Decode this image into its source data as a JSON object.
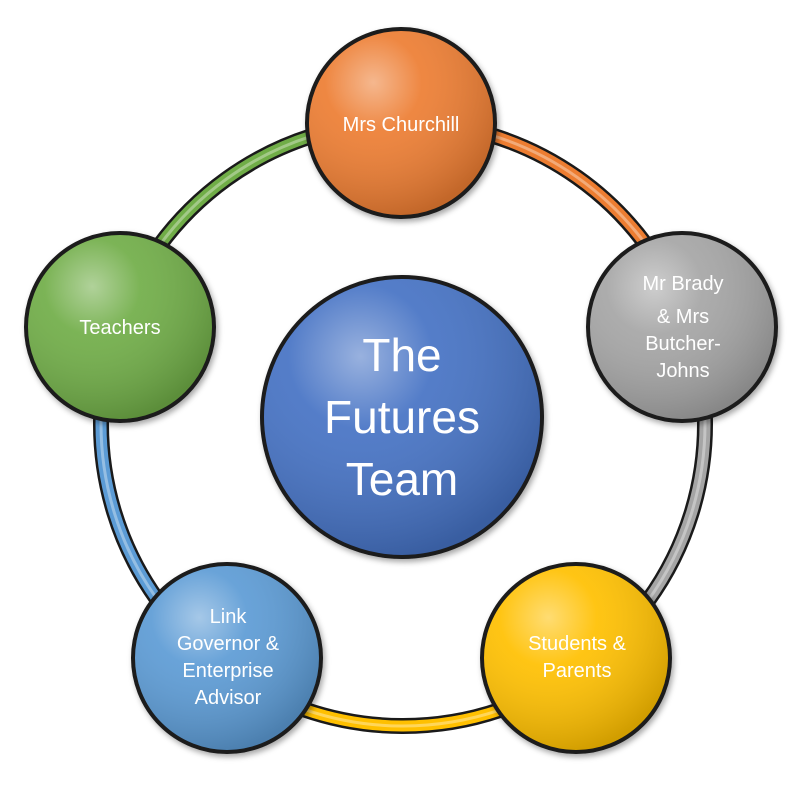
{
  "center": {
    "lines": [
      "The",
      "Futures",
      "Team"
    ],
    "color": "#4472C4"
  },
  "nodes": [
    {
      "id": "mrs-churchill",
      "lines": [
        "Mrs Churchill"
      ],
      "color": "#ED7D31"
    },
    {
      "id": "mr-brady",
      "lines": [
        "Mr Brady",
        "& Mrs",
        "Butcher-",
        "Johns"
      ],
      "color": "#A5A5A5"
    },
    {
      "id": "students-parents",
      "lines": [
        "Students &",
        "Parents"
      ],
      "color": "#FFC000"
    },
    {
      "id": "link-governor",
      "lines": [
        "Link",
        "Governor &",
        "Enterprise",
        "Advisor"
      ],
      "color": "#5B9BD5"
    },
    {
      "id": "teachers",
      "lines": [
        "Teachers"
      ],
      "color": "#70AD47"
    }
  ]
}
